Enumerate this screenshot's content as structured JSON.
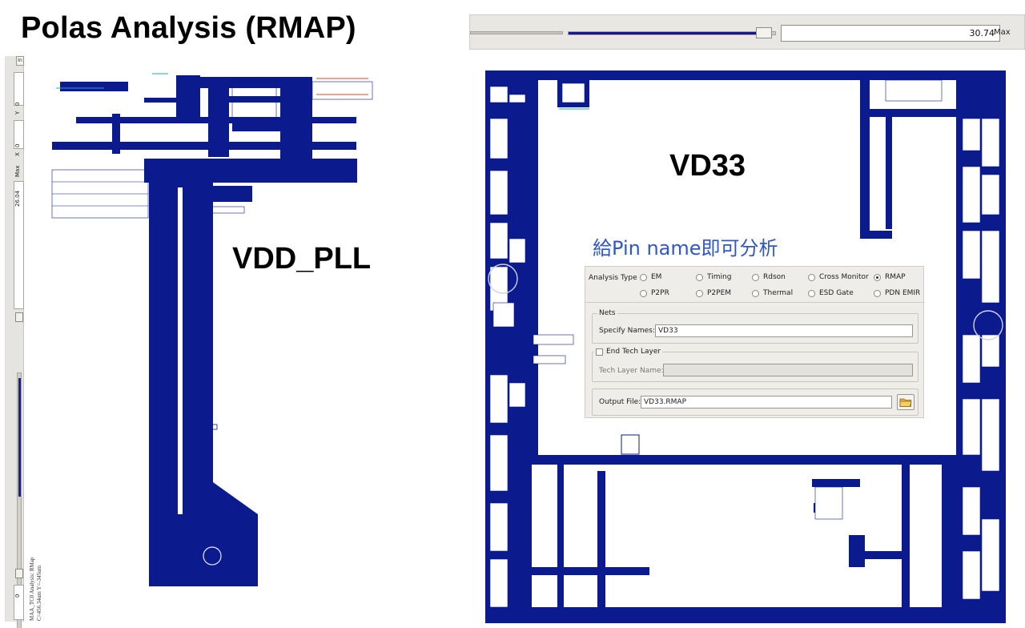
{
  "slide": {
    "title": "Polas Analysis (RMAP)",
    "left_net_label": "VDD_PLL",
    "right_net_label": "VD33",
    "caption_zh": "給Pin name即可分析"
  },
  "left_viewer": {
    "top_button": "In",
    "y_label": "Y",
    "y_value": "0",
    "x_label": "X",
    "x_value": "0",
    "max_label": "Max",
    "max_value": "26.04",
    "slider_fraction": 0.45,
    "min_value": "0",
    "footer_line1": "MAA_TC0  Analysis: RMap",
    "footer_line2": "C=456.34um  Y=-345um"
  },
  "right_viewer": {
    "max_value": "30.74",
    "max_label": "Max",
    "slider_fraction": 0.95
  },
  "dialog": {
    "analysis_type_label": "Analysis Type",
    "analysis_types_row1": [
      {
        "label": "EM",
        "selected": false
      },
      {
        "label": "Timing",
        "selected": false
      },
      {
        "label": "Rdson",
        "selected": false
      },
      {
        "label": "Cross Monitor",
        "selected": false
      },
      {
        "label": "RMAP",
        "selected": true
      }
    ],
    "analysis_types_row2": [
      {
        "label": "P2PR",
        "selected": false
      },
      {
        "label": "P2PEM",
        "selected": false
      },
      {
        "label": "Thermal",
        "selected": false
      },
      {
        "label": "ESD Gate",
        "selected": false
      },
      {
        "label": "PDN EMIR",
        "selected": false
      }
    ],
    "nets_group_title": "Nets",
    "specify_names_label": "Specify Names:",
    "specify_names_value": "VD33",
    "end_tech_layer_label": "End Tech Layer",
    "end_tech_layer_checked": false,
    "tech_layer_name_label": "Tech Layer Name:",
    "tech_layer_name_value": "",
    "output_file_label": "Output File:",
    "output_file_value": "VD33.RMAP"
  },
  "colors": {
    "metal": "#0b1a8c",
    "accent_text": "#2f57c7",
    "panel_bg": "#efedea"
  }
}
